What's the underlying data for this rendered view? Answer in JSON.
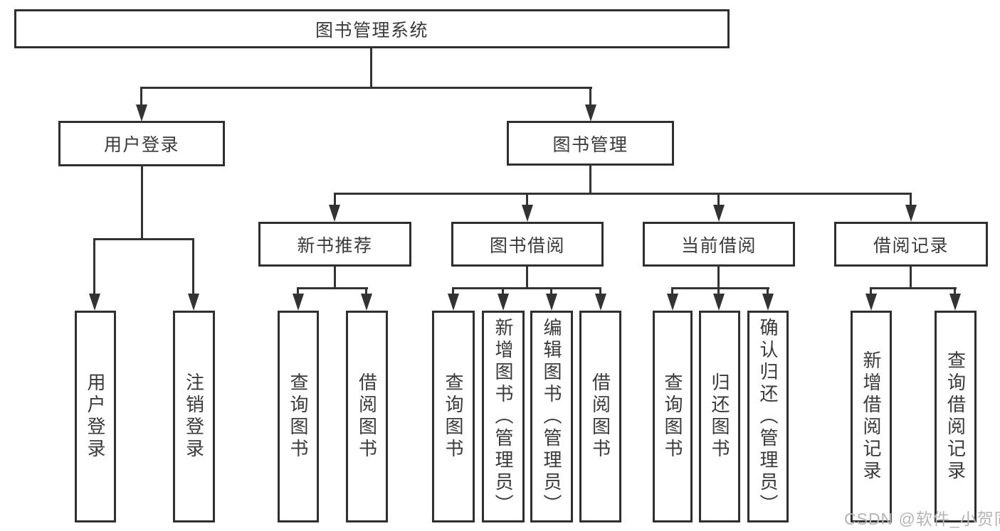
{
  "diagram": {
    "root": {
      "label": "图书管理系统"
    },
    "branches": [
      {
        "label": "用户登录",
        "children": [
          {
            "label": "用户登录"
          },
          {
            "label": "注销登录"
          }
        ]
      },
      {
        "label": "图书管理",
        "children": [
          {
            "label": "新书推荐",
            "children": [
              {
                "label": "查询图书"
              },
              {
                "label": "借阅图书"
              }
            ]
          },
          {
            "label": "图书借阅",
            "children": [
              {
                "label": "查询图书"
              },
              {
                "label": "新增图书（管理员）"
              },
              {
                "label": "编辑图书（管理员）"
              },
              {
                "label": "借阅图书"
              }
            ]
          },
          {
            "label": "当前借阅",
            "children": [
              {
                "label": "查询图书"
              },
              {
                "label": "归还图书"
              },
              {
                "label": "确认归还（管理员）"
              }
            ]
          },
          {
            "label": "借阅记录",
            "children": [
              {
                "label": "新增借阅记录"
              },
              {
                "label": "查询借阅记录"
              }
            ]
          }
        ]
      }
    ]
  },
  "watermark": {
    "text": "CSDN @软件_小贺同学"
  },
  "colors": {
    "line": "#333333",
    "text": "#3a3a3a",
    "watermark": "#b4b4b4",
    "background": "#ffffff"
  }
}
